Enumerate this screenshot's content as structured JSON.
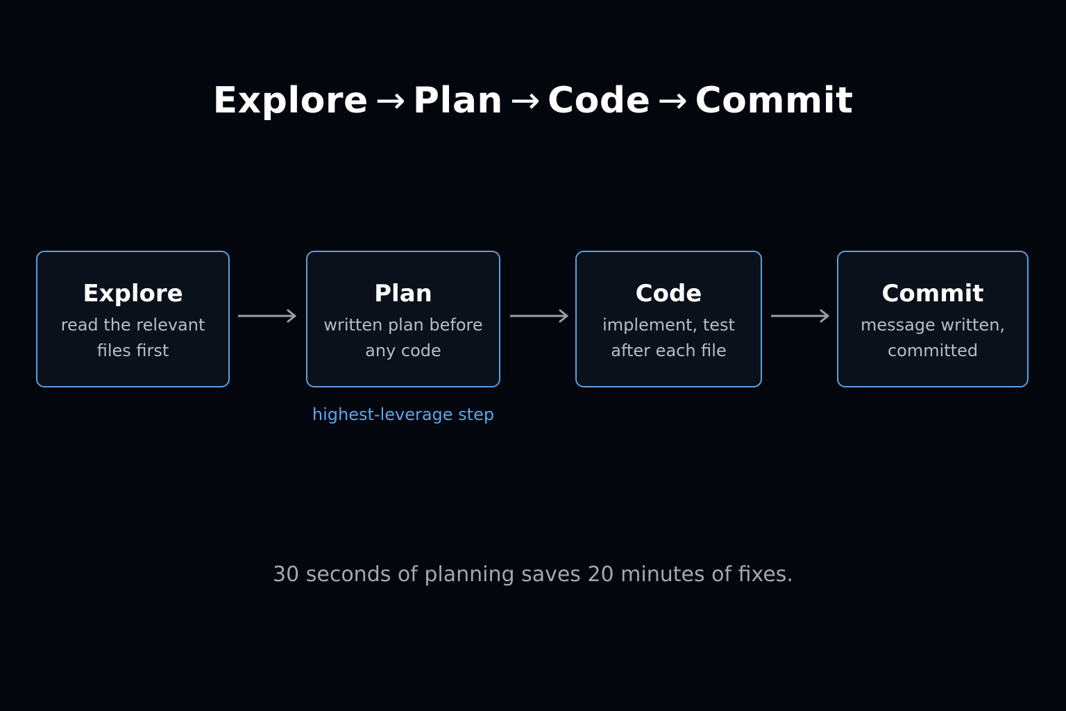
{
  "title": {
    "steps": [
      "Explore",
      "Plan",
      "Code",
      "Commit"
    ],
    "separator": "→"
  },
  "cards": [
    {
      "title": "Explore",
      "desc": "read the relevant\nfiles first"
    },
    {
      "title": "Plan",
      "desc": "written plan before\nany code"
    },
    {
      "title": "Code",
      "desc": "implement, test\nafter each file"
    },
    {
      "title": "Commit",
      "desc": "message written,\ncommitted"
    }
  ],
  "highlight_note": "highest-leverage step",
  "tagline": "30 seconds of planning saves 20 minutes of fixes.",
  "colors": {
    "background": "#04060d",
    "card_border": "#5b9fe3",
    "card_fill": "#0b111b",
    "accent_text": "#5ea4ea",
    "arrow": "#9aa0aa"
  }
}
